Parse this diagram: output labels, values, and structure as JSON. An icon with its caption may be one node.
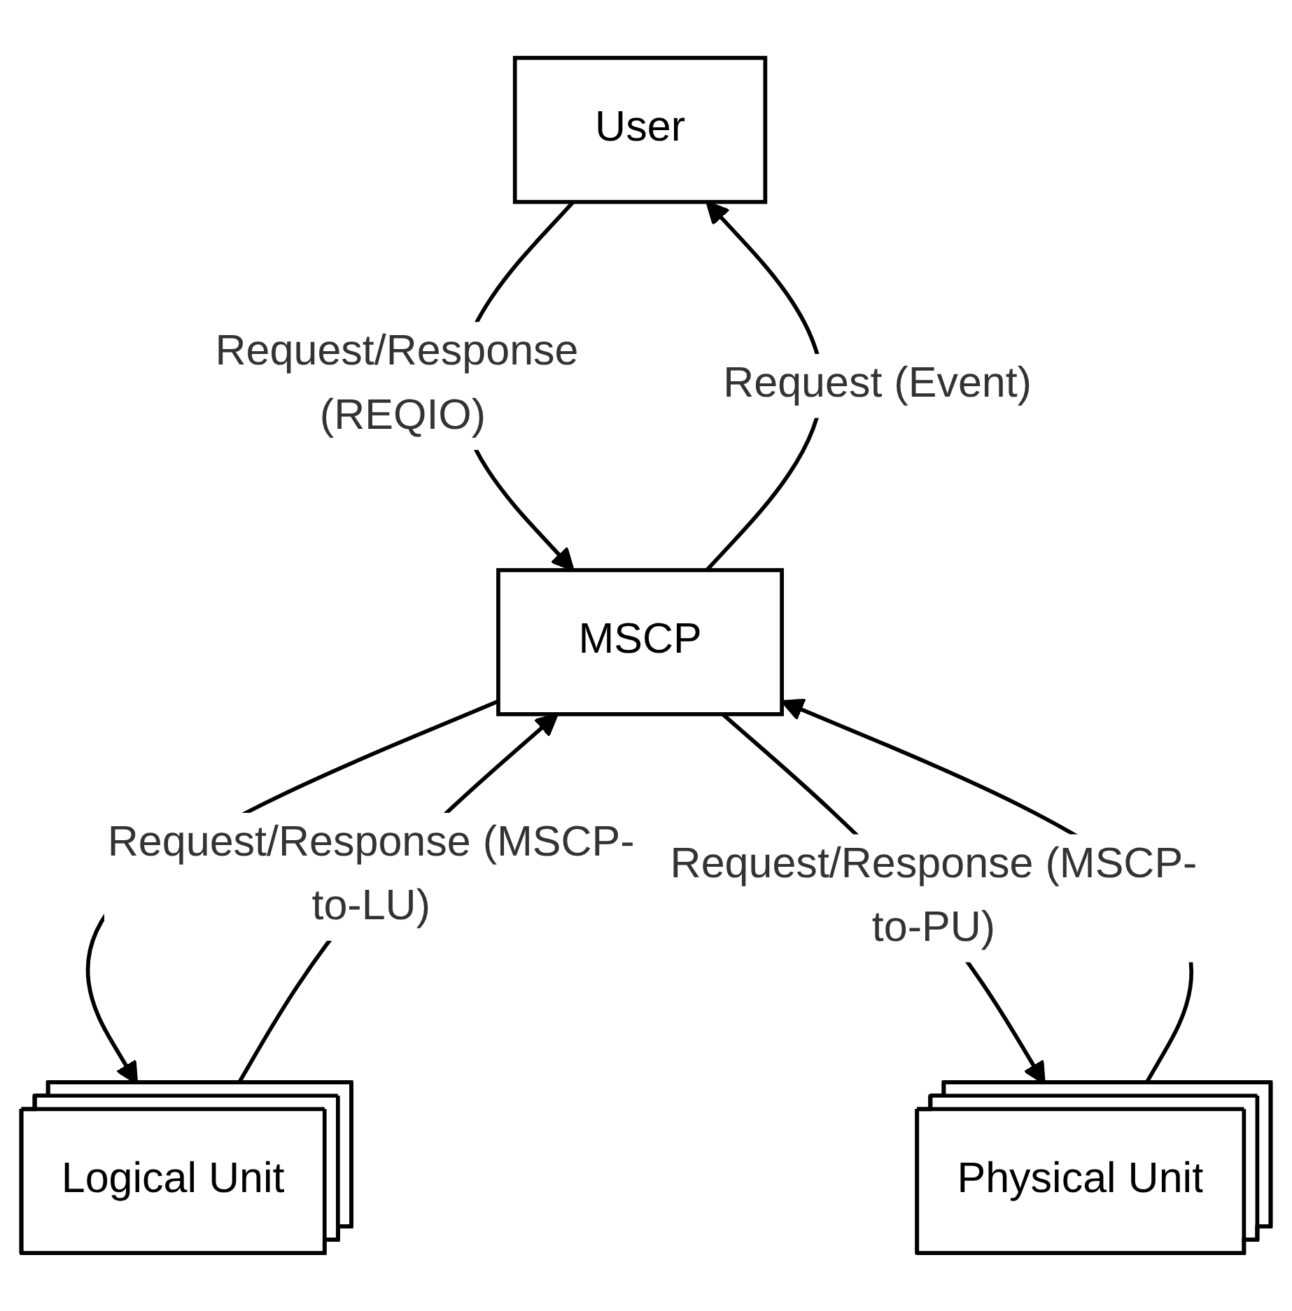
{
  "diagram": {
    "nodes": [
      {
        "text": [
          "User"
        ]
      },
      {
        "text": [
          "MSCP"
        ]
      },
      {
        "text": [
          "Logical Unit"
        ]
      },
      {
        "text": [
          "Physical Unit"
        ]
      }
    ],
    "edges": [
      {
        "from": 0,
        "to": 1,
        "arrow": "to",
        "label": "Request/Response (REQIO)"
      },
      {
        "from": 1,
        "to": 0,
        "arrow": "to",
        "label": "Request (Event)"
      },
      {
        "from": 1,
        "to": 2,
        "arrow": "to"
      },
      {
        "from": 2,
        "to": 1,
        "arrow": "to",
        "label": "Request/Response (MSCP-to-LU)"
      },
      {
        "from": 1,
        "to": 3,
        "arrow": "to",
        "label": "Request/Response (MSCP-to-PU)"
      },
      {
        "from": 3,
        "to": 1,
        "arrow": "to"
      }
    ]
  }
}
